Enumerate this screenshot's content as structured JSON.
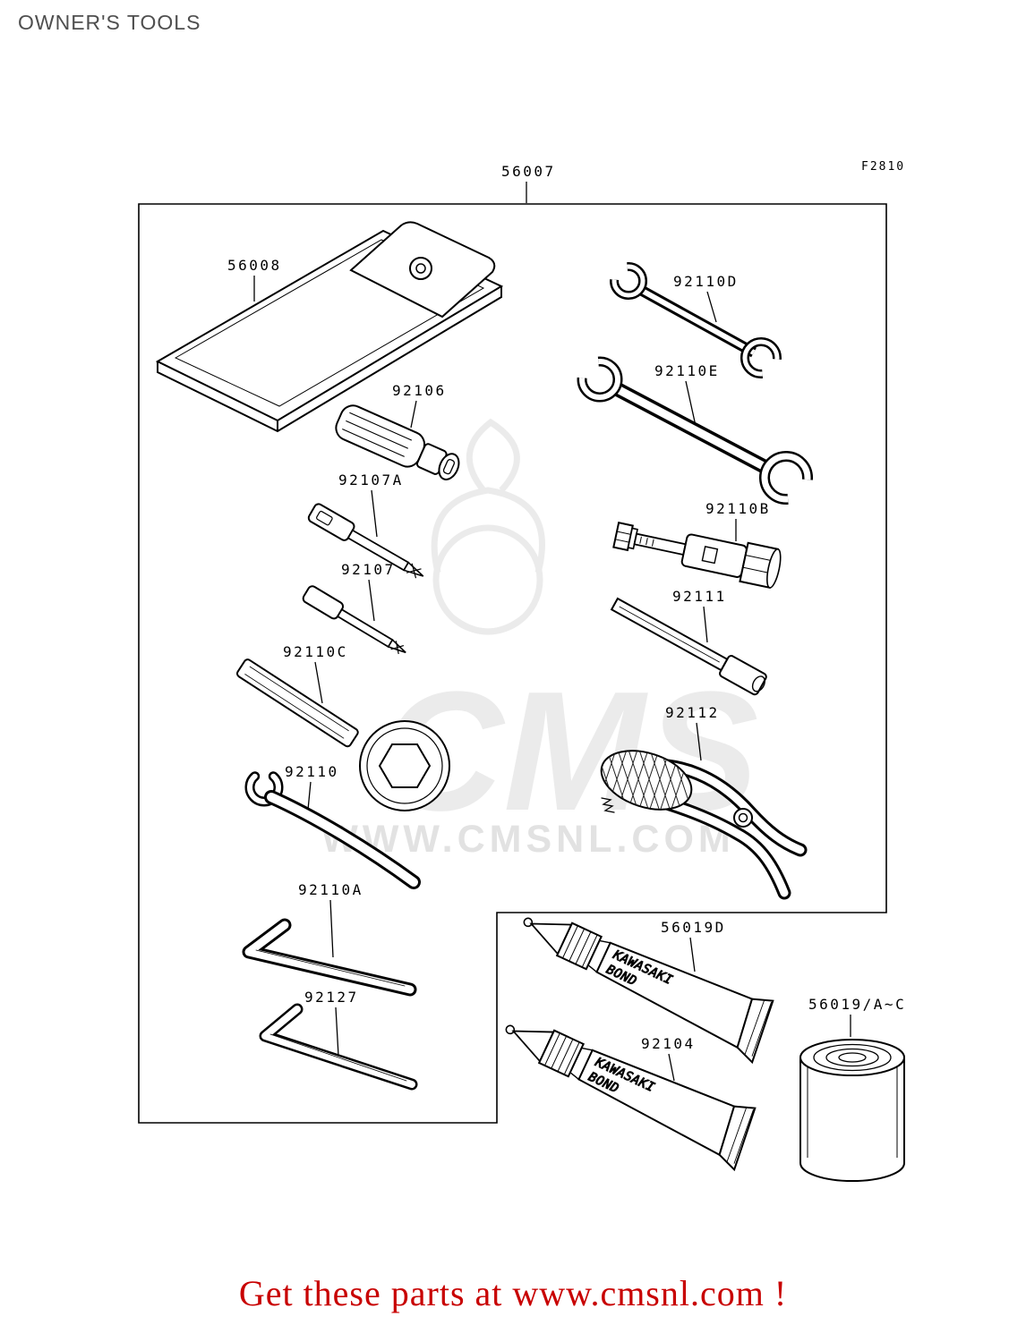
{
  "page": {
    "title": "OWNER'S TOOLS",
    "figure_code": "F2810",
    "footer_link_text": "Get these parts at www.cmsnl.com !"
  },
  "watermark": {
    "brand": "CMS",
    "url_text": "WWW.CMSNL.COM"
  },
  "tube_print": {
    "line1": "KAWASAKI",
    "line2": "BOND"
  },
  "diagram": {
    "parts": [
      {
        "label": "56007"
      },
      {
        "label": "56008"
      },
      {
        "label": "92110D"
      },
      {
        "label": "92110E"
      },
      {
        "label": "92106"
      },
      {
        "label": "92107A"
      },
      {
        "label": "92110B"
      },
      {
        "label": "92107"
      },
      {
        "label": "92111"
      },
      {
        "label": "92110C"
      },
      {
        "label": "92112"
      },
      {
        "label": "92110"
      },
      {
        "label": "92110A"
      },
      {
        "label": "92127"
      },
      {
        "label": "56019D"
      },
      {
        "label": "92104"
      },
      {
        "label": "56019/A~C"
      }
    ]
  }
}
